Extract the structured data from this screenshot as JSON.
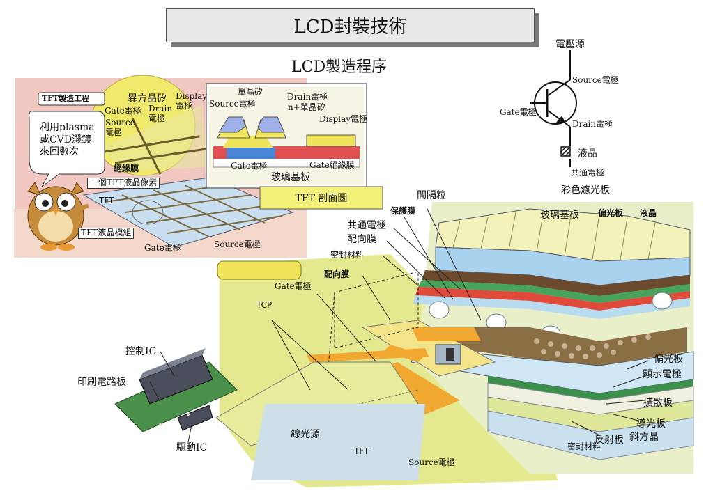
{
  "title": "LCD封裝技術",
  "subtitle": "LCD製造程序",
  "tft_process": {
    "badge": "TFT製造工程",
    "bubble": [
      "利用plasma",
      "或CVD濺鍍",
      "來回數次"
    ],
    "aniso_si": "異方晶矽",
    "display_electrode": [
      "Display",
      "電極"
    ],
    "gate_electrode": "Gate電極",
    "source_electrode": [
      "Source",
      "電極"
    ],
    "drain_electrode": [
      "Drain",
      "電極"
    ],
    "insulating_film": "絕緣膜",
    "pixel_label": "一個TFT液晶像素",
    "tft_tag": "TFT",
    "module_label": "TFT液晶模組",
    "bottom_gate": "Gate電極",
    "bottom_source": "Source電極"
  },
  "cross_section": {
    "mono_si": "單晶矽",
    "source": "Source電極",
    "drain": "Drain電極",
    "n_si": "n+單晶矽",
    "display": "Display電極",
    "gate": "Gate電極",
    "gate_insulation": "Gate絕緣膜",
    "glass": "玻璃基板",
    "caption": "TFT 剖面圖"
  },
  "circuit": {
    "voltage_source": "電壓源",
    "source": "Source電極",
    "gate": "Gate電極",
    "drain": "Drain電極",
    "lc": "液晶",
    "common": "共通電極"
  },
  "module": {
    "spacer": "間隔粒",
    "protective": "保護膜",
    "color_filter": "彩色濾光板",
    "glass": "玻璃基板",
    "polarizer_top": "偏光板",
    "lc": "液晶",
    "common": "共通電極",
    "alignment": "配向膜",
    "sealant": "密封材料",
    "alignment2": "配向膜",
    "gate": "Gate電極",
    "tcp": "TCP",
    "control_ic": "控制IC",
    "pcb": "印刷電路板",
    "driver_ic": "驅動IC",
    "line_light": "線光源",
    "tft": "TFT",
    "source": "Source電極",
    "polarizer": "偏光板",
    "display_electrode": "顯示電極",
    "diffuser": "擴散板",
    "light_guide": "導光板",
    "prism": "斜方晶",
    "reflector": "反射板",
    "sealant_bottom": "密封材料"
  }
}
